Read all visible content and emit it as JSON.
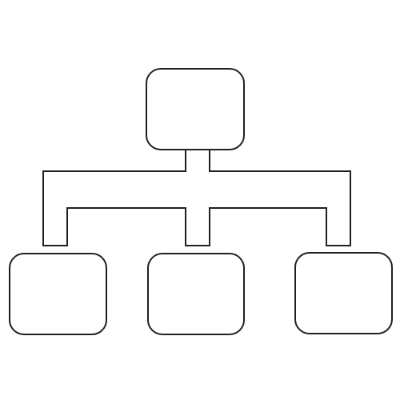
{
  "diagram": {
    "kind": "hierarchy-icon",
    "nodes": [
      {
        "id": "root",
        "level": 0
      },
      {
        "id": "child-left",
        "level": 1
      },
      {
        "id": "child-center",
        "level": 1
      },
      {
        "id": "child-right",
        "level": 1
      }
    ],
    "edges": [
      {
        "from": "root",
        "to": "child-left"
      },
      {
        "from": "root",
        "to": "child-center"
      },
      {
        "from": "root",
        "to": "child-right"
      }
    ],
    "colors": {
      "stroke": "#231f20",
      "fill": "#ffffff",
      "background": "#ffffff"
    }
  }
}
